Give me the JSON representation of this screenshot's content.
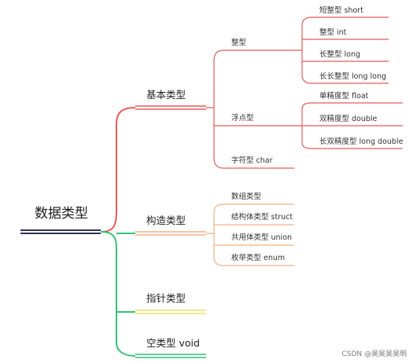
{
  "root": {
    "label": "数据类型",
    "color": "#2e3355"
  },
  "branches": {
    "basic": {
      "label": "基本类型",
      "color": "#e85a5a",
      "children": {
        "integer": {
          "label": "整型",
          "children": [
            "短整型 short",
            "整型 int",
            "长整型 long",
            "长长整型 long long"
          ]
        },
        "float": {
          "label": "浮点型",
          "children": [
            "单精度型 float",
            "双精度型 double",
            "长双精度型 long double"
          ]
        },
        "char": {
          "label": "字符型 char"
        }
      }
    },
    "constructed": {
      "label": "构造类型",
      "color": "#f4b183",
      "children": [
        "数组类型",
        "结构体类型 struct",
        "共用体类型 union",
        "枚举类型 enum"
      ]
    },
    "pointer": {
      "label": "指针类型",
      "color": "#f2de6a"
    },
    "void": {
      "label": "空类型 void",
      "color": "#34c27a"
    }
  },
  "watermark": "CSDN @昊昊昊昊明"
}
